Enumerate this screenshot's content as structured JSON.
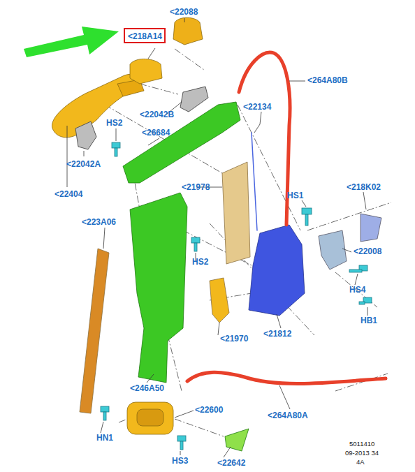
{
  "diagram": {
    "nodes": [
      {
        "text": [
          "<218A14"
        ]
      }
    ],
    "labels": [
      "<22088",
      "<264A80B",
      "<22042B",
      "<22134",
      "HS2",
      "<26684",
      "<22042A",
      "<22404",
      "<21978",
      "HS1",
      "<218K02",
      "<223A06",
      "HS2",
      "<22008",
      "HS4",
      "<21812",
      "HB1",
      "<21970",
      "<246A50",
      "<22600",
      "<264A80A",
      "HN1",
      "HS3",
      "<22642",
      "5011410",
      "09-2013 34",
      "4A"
    ]
  }
}
